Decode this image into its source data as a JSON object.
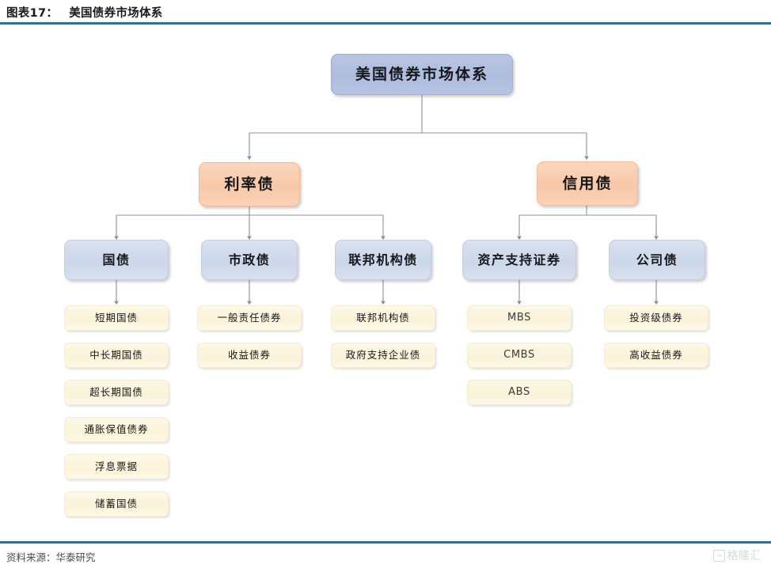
{
  "header": {
    "fig_label": "图表17：",
    "title": "美国债券市场体系",
    "rule_color": "#2f7198"
  },
  "footer": {
    "source": "资料来源：华泰研究",
    "watermark_text": "格隆汇",
    "watermark_icon": "g-logo-icon"
  },
  "diagram": {
    "type": "tree",
    "root": {
      "label": "美国债券市场体系",
      "color": "#aebdde"
    },
    "level2": [
      {
        "label": "利率债",
        "color": "#f8c8a8"
      },
      {
        "label": "信用债",
        "color": "#f8c8a8"
      }
    ],
    "level3": [
      {
        "label": "国债",
        "parent": "利率债",
        "color": "#ccd7ea"
      },
      {
        "label": "市政债",
        "parent": "利率债",
        "color": "#ccd7ea"
      },
      {
        "label": "联邦机构债",
        "parent": "利率债",
        "color": "#ccd7ea"
      },
      {
        "label": "资产支持证券",
        "parent": "信用债",
        "color": "#ccd7ea"
      },
      {
        "label": "公司债",
        "parent": "信用债",
        "color": "#ccd7ea"
      }
    ],
    "leaves": {
      "国债": [
        "短期国债",
        "中长期国债",
        "超长期国债",
        "通胀保值债券",
        "浮息票据",
        "储蓄国债"
      ],
      "市政债": [
        "一般责任债券",
        "收益债券"
      ],
      "联邦机构债": [
        "联邦机构债",
        "政府支持企业债"
      ],
      "资产支持证券": [
        "MBS",
        "CMBS",
        "ABS"
      ],
      "公司债": [
        "投资级债券",
        "高收益债券"
      ]
    },
    "connector_color": "#8d9196"
  }
}
